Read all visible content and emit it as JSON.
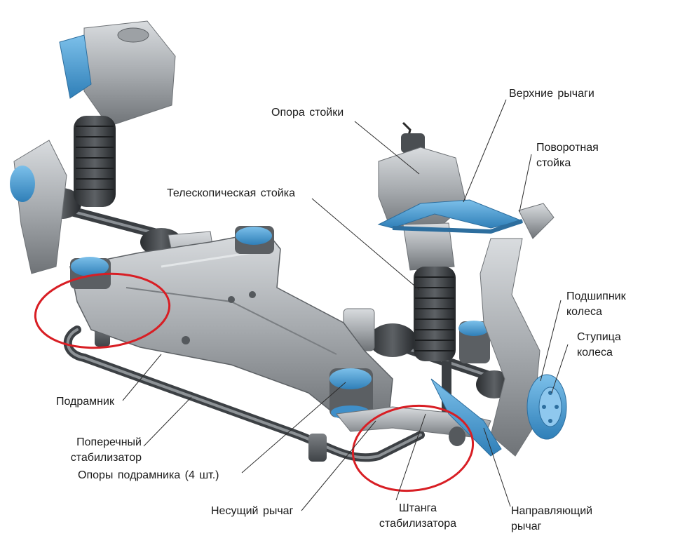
{
  "labels": {
    "opora_stoyki": "Опора стойки",
    "verkhnie_rychagi": "Верхние рычаги",
    "povorotnaya_stoyka_1": "Поворотная",
    "povorotnaya_stoyka_2": "стойка",
    "teleskopicheskaya_stoyka": "Телескопическая стойка",
    "podshipnik_1": "Подшипник",
    "podshipnik_2": "колеса",
    "stupitsa_1": "Ступица",
    "stupitsa_2": "колеса",
    "podramnik": "Подрамник",
    "poperechny_1": "Поперечный",
    "poperechny_2": "стабилизатор",
    "opory_podramnika": "Опоры подрамника (4 шт.)",
    "nesushchiy_rychag": "Несущий рычаг",
    "shtanga_1": "Штанга",
    "shtanga_2": "стабилизатора",
    "napravlyayushchiy_1": "Направляющий",
    "napravlyayushchiy_2": "рычаг"
  },
  "colors": {
    "highlight_circle": "#d81e24",
    "bushing_blue": "#3f8fc9",
    "metal_light": "#b9bcbf",
    "metal_dark": "#55595d",
    "leader_line": "#2b2b2b"
  }
}
